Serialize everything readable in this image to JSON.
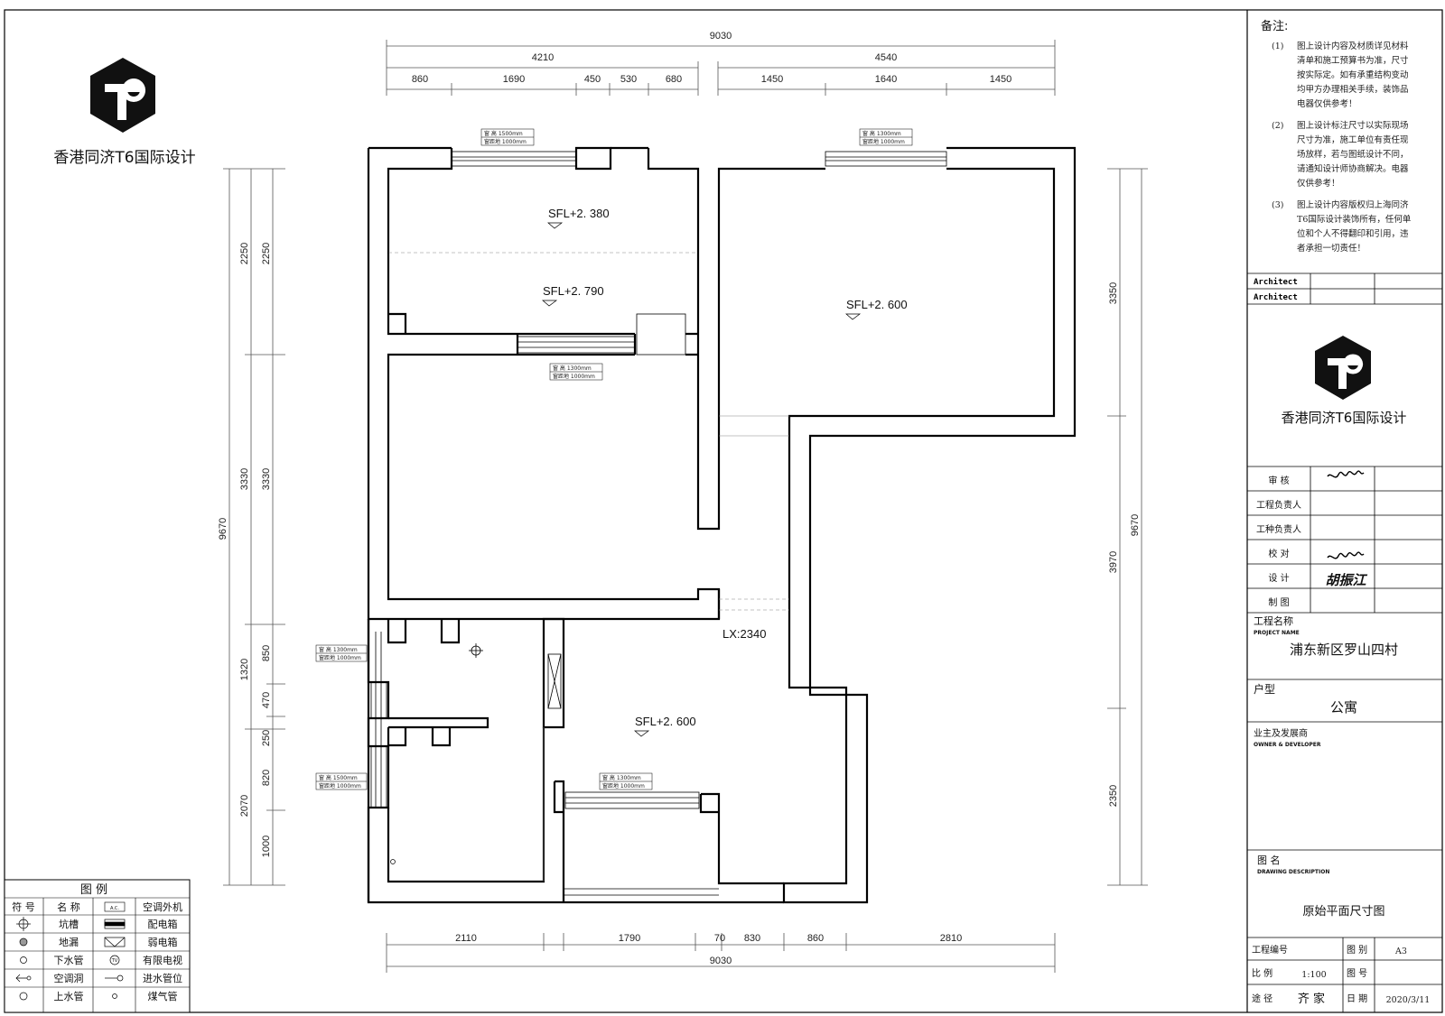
{
  "brand": {
    "name": "香港同济T6国际设计",
    "logo_text": "T6"
  },
  "dimensions": {
    "top_total": "9030",
    "top_left": "4210",
    "top_right": "4540",
    "top_segments": [
      "860",
      "1690",
      "450",
      "530",
      "680",
      "1450",
      "1640",
      "1450"
    ],
    "bottom_segments": [
      "2110",
      "1790",
      "70",
      "830",
      "860",
      "2810"
    ],
    "bottom_total": "9030",
    "left_outer": "9670",
    "left_inner_a": [
      "2250",
      "3330",
      "1320",
      "2070"
    ],
    "left_inner_b": [
      "2250",
      "3330",
      "850",
      "470",
      "250",
      "820",
      "1000"
    ],
    "right_segments": [
      "3350",
      "3970",
      "2350"
    ],
    "right_total": "9670"
  },
  "levels": {
    "l1": "SFL+2. 380",
    "l2": "SFL+2. 790",
    "l3": "SFL+2. 600",
    "l4": "SFL+2. 600",
    "lx": "LX:2340"
  },
  "window_tags": {
    "w1": {
      "a": "窗 高 1500mm",
      "b": "窗距地 1000mm"
    },
    "w2": {
      "a": "窗 高 1300mm",
      "b": "窗距地 1000mm"
    },
    "w3": {
      "a": "窗 高 1300mm",
      "b": "窗距地 1000mm"
    },
    "w4": {
      "a": "窗 高 1300mm",
      "b": "窗距地 1000mm"
    },
    "w5": {
      "a": "窗 高 1500mm",
      "b": "窗距地 1000mm"
    },
    "w6": {
      "a": "窗 高 1300mm",
      "b": "窗距地 1000mm"
    }
  },
  "legend": {
    "title": "图 例",
    "col_symbol": "符 号",
    "col_name": "名 称",
    "ac_symbol": "A.C.",
    "items": [
      {
        "left": "坑槽",
        "right": "配电箱"
      },
      {
        "left": "地漏",
        "right": "弱电箱"
      },
      {
        "left": "下水管",
        "right": "有限电视"
      },
      {
        "left": "空调洞",
        "right": "进水管位"
      },
      {
        "left": "上水管",
        "right": "煤气管"
      }
    ],
    "ac_label": "空调外机",
    "tv_symbol": "TV"
  },
  "notes": {
    "title": "备注:",
    "items": [
      {
        "num": "(1)",
        "lines": [
          "图上设计内容及材质详见材料",
          "清单和施工预算书为准，尺寸",
          "按实际定。如有承重结构变动",
          "均甲方办理相关手续，装饰品",
          "电器仅供参考！"
        ]
      },
      {
        "num": "(2)",
        "lines": [
          "图上设计标注尺寸以实际现场",
          "尺寸为准，施工单位有责任现",
          "场放样，若与图纸设计不同，",
          "请通知设计师协商解决。电器",
          "仅供参考！"
        ]
      },
      {
        "num": "(3)",
        "lines": [
          "图上设计内容版权归上海同济",
          "T6国际设计装饰所有，任何单",
          "位和个人不得翻印和引用，违",
          "者承担一切责任！"
        ]
      }
    ]
  },
  "title_block": {
    "architect1": "Architect",
    "architect2": "Architect",
    "roles": [
      "审 核",
      "工程负责人",
      "工种负责人",
      "校 对",
      "设 计",
      "制 图"
    ],
    "signature_design": "胡振江",
    "project_label": "工程名称",
    "project_label_en": "PROJECT NAME",
    "project_name": "浦东新区罗山四村",
    "type_label": "户型",
    "type_value": "公寓",
    "owner_label": "业主及发展商",
    "owner_label_en": "OWNER & DEVELOPER",
    "drawing_label": "图 名",
    "drawing_label_en": "DRAWING DESCRIPTION",
    "drawing_name": "原始平面尺寸图",
    "project_no_label": "工程编号",
    "category_label": "图 别",
    "category_value": "A3",
    "scale_label": "比 例",
    "scale_value": "1:100",
    "sheet_no_label": "图 号",
    "path_label": "途 径",
    "path_value": "齐 家",
    "date_label": "日 期",
    "date_value": "2020/3/11"
  }
}
